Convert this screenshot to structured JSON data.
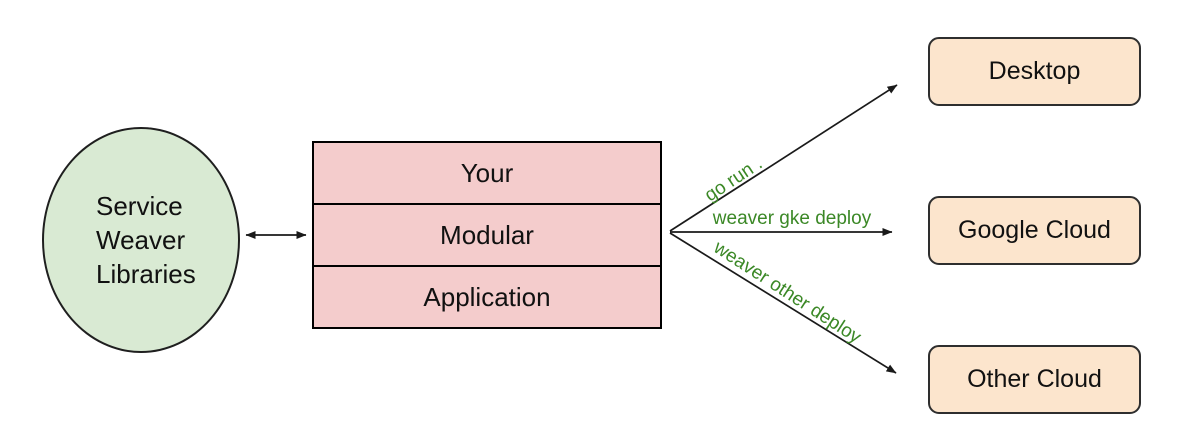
{
  "diagram": {
    "background_color": "#ffffff",
    "library_node": {
      "lines": {
        "l1": "Service",
        "l2": "Weaver",
        "l3": "Libraries"
      },
      "fill": "#d9ead3",
      "border_color": "#1f1f1f"
    },
    "app_stack": {
      "rows": [
        {
          "label": "Your"
        },
        {
          "label": "Modular"
        },
        {
          "label": "Application"
        }
      ],
      "fill": "#f4cccc",
      "border_color": "#000000"
    },
    "targets": [
      {
        "label": "Desktop"
      },
      {
        "label": "Google Cloud"
      },
      {
        "label": "Other Cloud"
      }
    ],
    "target_style": {
      "fill": "#fce5cd",
      "border_color": "#2e2e2e"
    },
    "edges": [
      {
        "label": "go run .",
        "to": "Desktop"
      },
      {
        "label": "weaver gke deploy",
        "to": "Google Cloud"
      },
      {
        "label": "weaver other deploy",
        "to": "Other Cloud"
      }
    ],
    "edge_label_color": "#3b8826",
    "arrow_color": "#1a1a1a",
    "bidirectional_link": "library-to-stack"
  }
}
